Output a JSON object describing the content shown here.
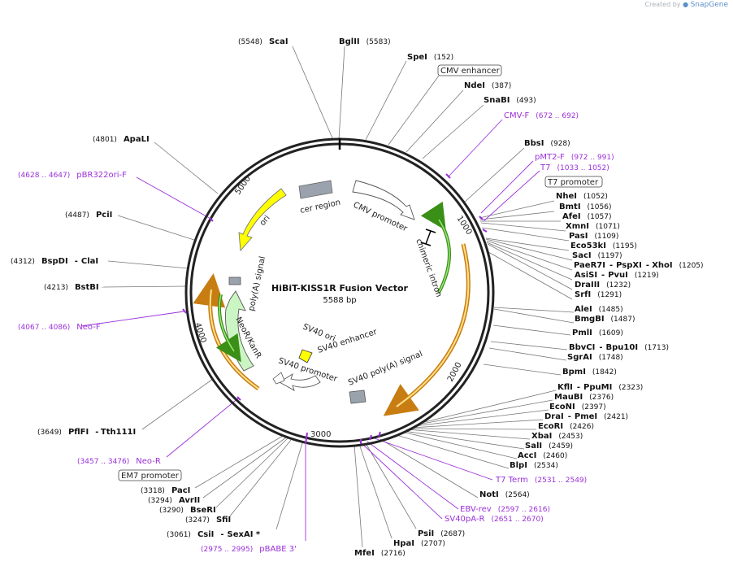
{
  "credit": {
    "prefix": "Created by",
    "brand": "SnapGene"
  },
  "plasmid": {
    "name": "HiBiT-KISS1R Fusion Vector",
    "size_label": "5588 bp",
    "length": 5588
  },
  "ticks": [
    "1000",
    "2000",
    "3000",
    "4000",
    "5000"
  ],
  "features": [
    {
      "label": "cer region"
    },
    {
      "label": "CMV promoter"
    },
    {
      "label": "chimeric intron"
    },
    {
      "label": "ori"
    },
    {
      "label": "poly(A) signal"
    },
    {
      "label": "NeoR/KanR"
    },
    {
      "label": "SV40 ori"
    },
    {
      "label": "SV40 enhancer"
    },
    {
      "label": "SV40 promoter"
    },
    {
      "label": "SV40 poly(A) signal"
    }
  ],
  "boxed_labels": [
    "CMV enhancer",
    "T7 promoter",
    "EM7 promoter"
  ],
  "right_sites": [
    {
      "names": [
        "SpeI"
      ],
      "pos": "(152)"
    },
    {
      "names": [
        "NdeI"
      ],
      "pos": "(387)"
    },
    {
      "names": [
        "SnaBI"
      ],
      "pos": "(493)"
    },
    {
      "names": [
        "BbsI"
      ],
      "pos": "(928)"
    },
    {
      "names": [
        "NheI"
      ],
      "pos": "(1052)"
    },
    {
      "names": [
        "BmtI"
      ],
      "pos": "(1056)"
    },
    {
      "names": [
        "AfeI"
      ],
      "pos": "(1057)"
    },
    {
      "names": [
        "XmnI"
      ],
      "pos": "(1071)"
    },
    {
      "names": [
        "PasI"
      ],
      "pos": "(1109)"
    },
    {
      "names": [
        "Eco53kI"
      ],
      "pos": "(1195)"
    },
    {
      "names": [
        "SacI"
      ],
      "pos": "(1197)"
    },
    {
      "names": [
        "PaeR7I",
        "PspXI",
        "XhoI"
      ],
      "pos": "(1205)"
    },
    {
      "names": [
        "AsiSI",
        "PvuI"
      ],
      "pos": "(1219)"
    },
    {
      "names": [
        "DraIII"
      ],
      "pos": "(1232)"
    },
    {
      "names": [
        "SrfI"
      ],
      "pos": "(1291)"
    },
    {
      "names": [
        "AleI"
      ],
      "pos": "(1485)"
    },
    {
      "names": [
        "BmgBI"
      ],
      "pos": "(1487)"
    },
    {
      "names": [
        "PmlI"
      ],
      "pos": "(1609)"
    },
    {
      "names": [
        "BbvCI",
        "Bpu10I"
      ],
      "pos": "(1713)"
    },
    {
      "names": [
        "SgrAI"
      ],
      "pos": "(1748)"
    },
    {
      "names": [
        "BpmI"
      ],
      "pos": "(1842)"
    },
    {
      "names": [
        "KflI",
        "PpuMI"
      ],
      "pos": "(2323)"
    },
    {
      "names": [
        "MauBI"
      ],
      "pos": "(2376)"
    },
    {
      "names": [
        "EcoNI"
      ],
      "pos": "(2397)"
    },
    {
      "names": [
        "DraI",
        "PmeI"
      ],
      "pos": "(2421)"
    },
    {
      "names": [
        "EcoRI"
      ],
      "pos": "(2426)"
    },
    {
      "names": [
        "XbaI"
      ],
      "pos": "(2453)"
    },
    {
      "names": [
        "SalI"
      ],
      "pos": "(2459)"
    },
    {
      "names": [
        "AccI"
      ],
      "pos": "(2460)"
    },
    {
      "names": [
        "BlpI"
      ],
      "pos": "(2534)"
    },
    {
      "names": [
        "NotI"
      ],
      "pos": "(2564)"
    },
    {
      "names": [
        "PsiI"
      ],
      "pos": "(2687)"
    },
    {
      "names": [
        "HpaI"
      ],
      "pos": "(2707)"
    },
    {
      "names": [
        "MfeI"
      ],
      "pos": "(2716)"
    }
  ],
  "left_sites": [
    {
      "names": [
        "ScaI"
      ],
      "pos": "(5548)"
    },
    {
      "names": [
        "BglII"
      ],
      "pos": "(5583)"
    },
    {
      "names": [
        "ApaLI"
      ],
      "pos": "(4801)"
    },
    {
      "names": [
        "PciI"
      ],
      "pos": "(4487)"
    },
    {
      "names": [
        "BspDI",
        "ClaI"
      ],
      "pos": "(4312)"
    },
    {
      "names": [
        "BstBI"
      ],
      "pos": "(4213)"
    },
    {
      "names": [
        "PflFI",
        "Tth111I"
      ],
      "pos": "(3649)"
    },
    {
      "names": [
        "PacI"
      ],
      "pos": "(3318)"
    },
    {
      "names": [
        "AvrII"
      ],
      "pos": "(3294)"
    },
    {
      "names": [
        "BseRI"
      ],
      "pos": "(3290)"
    },
    {
      "names": [
        "SfiI"
      ],
      "pos": "(3247)"
    },
    {
      "names": [
        "CsiI",
        "SexAI *"
      ],
      "pos": "(3061)"
    }
  ],
  "primers": [
    {
      "name": "CMV-F",
      "range": "(672 .. 692)"
    },
    {
      "name": "pMT2-F",
      "range": "(972 .. 991)"
    },
    {
      "name": "T7",
      "range": "(1033 .. 1052)"
    },
    {
      "name": "T7 Term",
      "range": "(2531 .. 2549)"
    },
    {
      "name": "EBV-rev",
      "range": "(2597 .. 2616)"
    },
    {
      "name": "SV40pA-R",
      "range": "(2651 .. 2670)"
    },
    {
      "name": "pBABE 3'",
      "range": "(2975 .. 2995)"
    },
    {
      "name": "Neo-R",
      "range": "(3457 .. 3476)"
    },
    {
      "name": "Neo-F",
      "range": "(4067 .. 4086)"
    },
    {
      "name": "pBR322ori-F",
      "range": "(4628 .. 4647)"
    }
  ],
  "colors": {
    "backbone": "#222222",
    "primer": "#9b30d9",
    "ori": "#ffff00",
    "neo": "#ccf5c4",
    "cer": "#9aa3ad",
    "orf": "#f5a623",
    "intron": "#4caf1f"
  }
}
